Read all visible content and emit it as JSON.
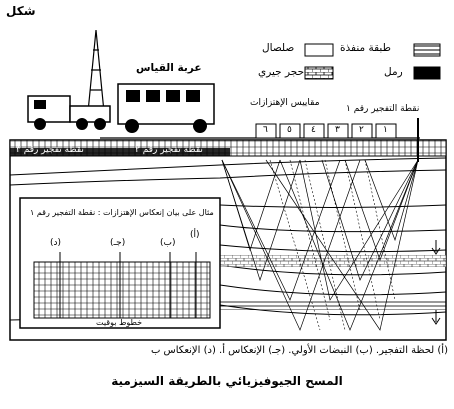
{
  "figure_label": "شكل",
  "caption": "المسح الجيوفيزيائي بالطريقة السيزمية",
  "legend": {
    "permeable_layer": "طبقة منفذة",
    "clay": "صلصال",
    "limestone": "حجر جيري",
    "sand": "رمل"
  },
  "labels": {
    "recording_truck": "عربة القياس",
    "geophones": "مقاييس الإهتزازات",
    "shot_point_1": "نقطة التفجير رقم ١",
    "shot_point_2": "نقطة تفجير رقم ٢",
    "shot_point_3": "نقطة تفجير رقم ٣",
    "geophone_numbers": [
      "٦",
      "٥",
      "٤",
      "٣",
      "٢",
      "١"
    ],
    "inset_title": "مثال على بيان إنعكاس الإهتزازات : نقطة التفجير رقم ١",
    "inset_markers": [
      "(د)",
      "(جـ)",
      "(ب)",
      "(أ)"
    ],
    "inset_footer": "خطوط بوقيت"
  },
  "bottom_notes": "(أ) لحظة التفجير.   (ب) النبضات الأولي.   (جـ) الإنعكاس أ.   (د) الإنعكاس ب"
}
